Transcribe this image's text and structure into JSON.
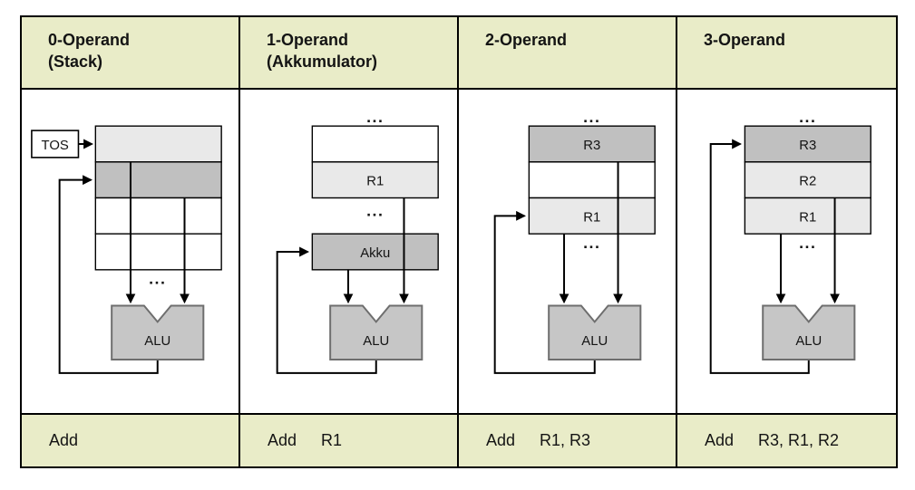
{
  "columns": [
    {
      "header": {
        "title": "0-Operand",
        "subtitle": "(Stack)"
      },
      "diagram": {
        "tos_label": "TOS",
        "dots_bottom": "...",
        "alu_label": "ALU"
      },
      "instruction": {
        "mnemonic": "Add",
        "operands": ""
      }
    },
    {
      "header": {
        "title": "1-Operand",
        "subtitle": "(Akkumulator)"
      },
      "diagram": {
        "dots_top": "...",
        "reg_labels": [
          "",
          "R1"
        ],
        "dots_mid": "...",
        "akku_label": "Akku",
        "alu_label": "ALU"
      },
      "instruction": {
        "mnemonic": "Add",
        "operands": "R1"
      }
    },
    {
      "header": {
        "title": "2-Operand",
        "subtitle": ""
      },
      "diagram": {
        "dots_top": "...",
        "reg_labels": [
          "R3",
          "",
          "R1"
        ],
        "dots_mid": "...",
        "alu_label": "ALU"
      },
      "instruction": {
        "mnemonic": "Add",
        "operands": "R1, R3"
      }
    },
    {
      "header": {
        "title": "3-Operand",
        "subtitle": ""
      },
      "diagram": {
        "dots_top": "...",
        "reg_labels": [
          "R3",
          "R2",
          "R1"
        ],
        "dots_mid": "...",
        "alu_label": "ALU"
      },
      "instruction": {
        "mnemonic": "Add",
        "operands": "R3, R1, R2"
      }
    }
  ],
  "colors": {
    "header_bg": "#e9ecc8",
    "cell_light": "#e9e9e9",
    "cell_dark": "#c0c0c0",
    "alu_fill": "#c6c6c6",
    "line": "#000000"
  }
}
